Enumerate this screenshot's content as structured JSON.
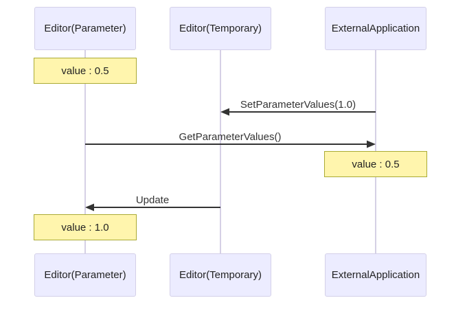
{
  "diagram": {
    "type": "sequence-diagram",
    "actors": [
      {
        "id": "editor-parameter",
        "label": "Editor(Parameter)"
      },
      {
        "id": "editor-temporary",
        "label": "Editor(Temporary)"
      },
      {
        "id": "external-application",
        "label": "ExternalApplication"
      }
    ],
    "messages": [
      {
        "from": "ExternalApplication",
        "to": "Editor(Temporary)",
        "label": "SetParameterValues(1.0)",
        "direction": "left"
      },
      {
        "from": "Editor(Parameter)",
        "to": "ExternalApplication",
        "label": "GetParameterValues()",
        "direction": "right"
      },
      {
        "from": "Editor(Temporary)",
        "to": "Editor(Parameter)",
        "label": "Update",
        "direction": "left"
      }
    ],
    "notes": [
      {
        "over": "Editor(Parameter)",
        "label": "value : 0.5"
      },
      {
        "over": "ExternalApplication",
        "label": "value : 0.5"
      },
      {
        "over": "Editor(Parameter)",
        "label": "value : 1.0"
      }
    ],
    "colors": {
      "background": "#FFFFFF",
      "actor_fill": "#ECECFF",
      "actor_border": "#D3CFE8",
      "note_fill": "#FFF5AD",
      "note_border": "#AAAA33",
      "lifeline": "#D5D0E5",
      "message_line": "#333333",
      "text": "#222222"
    }
  }
}
